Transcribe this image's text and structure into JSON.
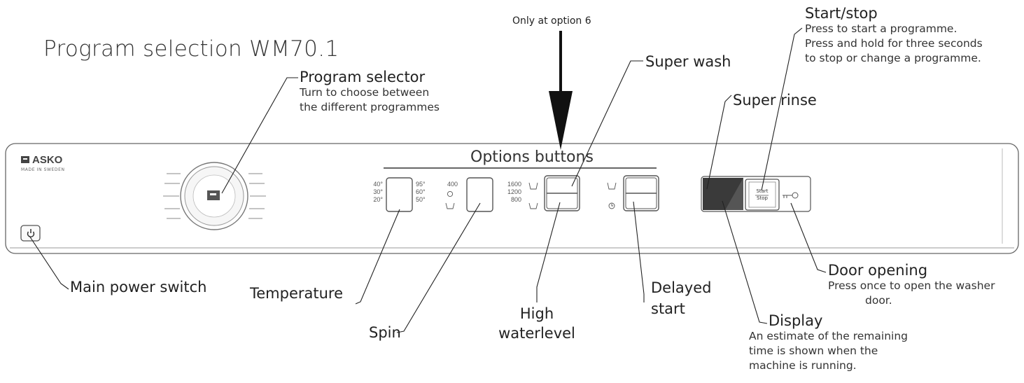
{
  "title": "Program selection  WM70.1",
  "arrow_note": "Only at option 6",
  "brand": {
    "name": "ASKO",
    "sub": "MADE IN SWEDEN"
  },
  "options_title": "Options buttons",
  "temperature_values": {
    "left": [
      "40°",
      "30°",
      "20°"
    ],
    "right": [
      "95°",
      "60°",
      "50°"
    ]
  },
  "spin_values": {
    "left": [
      "400",
      "",
      ""
    ],
    "right": [
      "1600",
      "1200",
      "800"
    ]
  },
  "start_stop_button": {
    "line1": "Start",
    "line2": "Stop"
  },
  "callouts": {
    "program_selector": {
      "label": "Program selector",
      "desc": [
        "Turn to choose between",
        "the different programmes"
      ]
    },
    "super_wash": {
      "label": "Super wash"
    },
    "start_stop": {
      "label": "Start/stop",
      "desc": [
        "Press to start a programme.",
        "Press and hold for three seconds",
        "to stop or change a programme."
      ]
    },
    "super_rinse": {
      "label": "Super rinse"
    },
    "main_power": {
      "label": "Main power switch"
    },
    "temperature": {
      "label": "Temperature"
    },
    "spin": {
      "label": "Spin"
    },
    "high_waterlevel": {
      "label": [
        "High",
        "waterlevel"
      ]
    },
    "delayed_start": {
      "label": [
        "Delayed",
        "start"
      ]
    },
    "door_opening": {
      "label": "Door opening",
      "desc": [
        "Press once to open the washer",
        "door."
      ]
    },
    "display": {
      "label": "Display",
      "desc": [
        "An estimate of the remaining",
        "time is shown when the",
        "machine is running."
      ]
    }
  }
}
